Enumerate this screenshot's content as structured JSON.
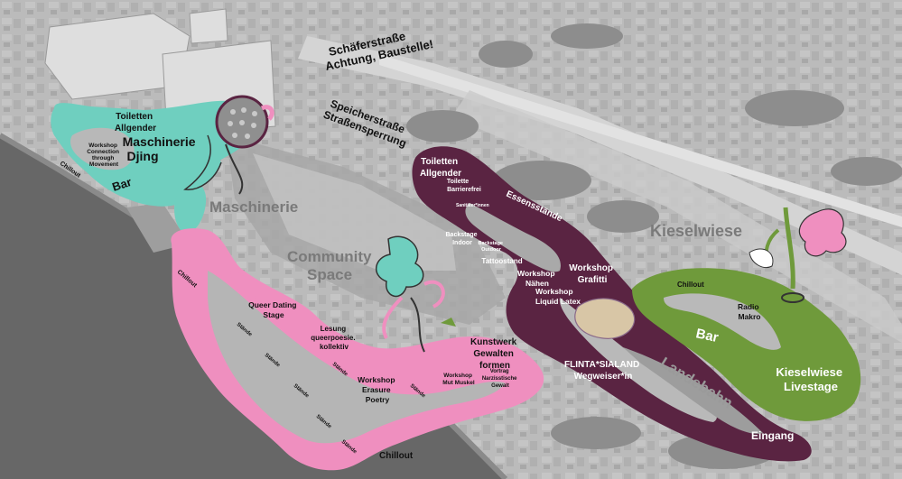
{
  "streets": {
    "schaefer": [
      "Schäferstraße",
      "Achtung, Baustelle!"
    ],
    "speicher": [
      "Speicherstraße",
      "Straßensperrung"
    ]
  },
  "areas": {
    "maschinerie": "Maschinerie",
    "community": [
      "Community",
      "Space"
    ],
    "kieselwiese": "Kieselwiese",
    "landebahn": "Landebahn"
  },
  "teal_zone": {
    "toiletten": [
      "Toiletten",
      "Allgender"
    ],
    "djing": [
      "Maschinerie",
      "Djing"
    ],
    "workshop": [
      "Workshop",
      "Connection",
      "through",
      "Movement"
    ],
    "bar": "Bar",
    "chillout": "Chillout"
  },
  "purple_zone": {
    "toiletten": [
      "Toiletten",
      "Allgender"
    ],
    "toilette": [
      "Toilette",
      "Barrierefrei"
    ],
    "sanitaeter": "Sanitäter*innen",
    "essensstaende": "Essensstände",
    "backstage_indoor": [
      "Backstage",
      "Indoor"
    ],
    "backstage_outdoor": [
      "Backstage",
      "Outdoor"
    ],
    "tattoostand": "Tattoostand",
    "workshop_naehen": [
      "Workshop",
      "Nähen"
    ],
    "workshop_liquid": [
      "Workshop",
      "Liquid Latex"
    ],
    "workshop_grafitti": [
      "Workshop",
      "Grafitti"
    ],
    "flinta": [
      "FLINTA*SIALAND",
      "Wegweiser*in"
    ],
    "eingang": "Eingang"
  },
  "pink_zone": {
    "chillout_left": "Chillout",
    "queer_dating": [
      "Queer Dating",
      "Stage"
    ],
    "lesung": [
      "Lesung",
      "queerpoesie.",
      "kollektiv"
    ],
    "staende": "Stände",
    "workshop_erasure": [
      "Workshop",
      "Erasure",
      "Poetry"
    ],
    "kunstwerk": [
      "Kunstwerk",
      "Gewalten",
      "formen"
    ],
    "workshop_muskel": [
      "Workshop",
      "Mut Muskel"
    ],
    "vortrag": [
      "Vortrag",
      "Narzisstische",
      "Gewalt"
    ],
    "chillout_bottom": "Chillout"
  },
  "green_zone": {
    "chillout": "Chillout",
    "radio": [
      "Radio",
      "Makro"
    ],
    "bar": "Bar",
    "livestage": [
      "Kieselwiese",
      "Livestage"
    ]
  },
  "colors": {
    "teal": "#6fcfbf",
    "pink": "#ef8fbf",
    "purple": "#5a2442",
    "green": "#6f9a3b",
    "road": "#d2d2d2",
    "water": "#6a6a6a"
  }
}
